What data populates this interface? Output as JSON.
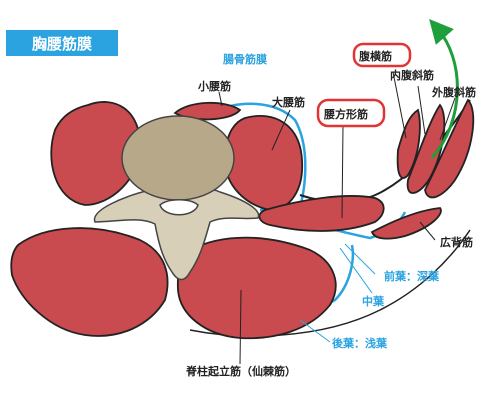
{
  "title": "胸腰筋膜",
  "labels": {
    "iliacus_fascia": "腸骨筋膜",
    "psoas_minor": "小腰筋",
    "psoas_major": "大腰筋",
    "transversus": "腹横筋",
    "internal_oblique": "内腹斜筋",
    "external_oblique": "外腹斜筋",
    "quadratus": "腰方形筋",
    "latissimus": "広背筋",
    "anterior_layer": "前葉：深葉",
    "middle_layer": "中葉",
    "posterior_layer": "後葉：浅葉",
    "erector": "脊柱起立筋（仙棘筋）"
  },
  "colors": {
    "muscle": "#c94a4f",
    "fascia": "#2aa3e0",
    "title_bg": "#2aa3e0",
    "highlight": "#e23434",
    "arrow": "#1f9e3c"
  }
}
